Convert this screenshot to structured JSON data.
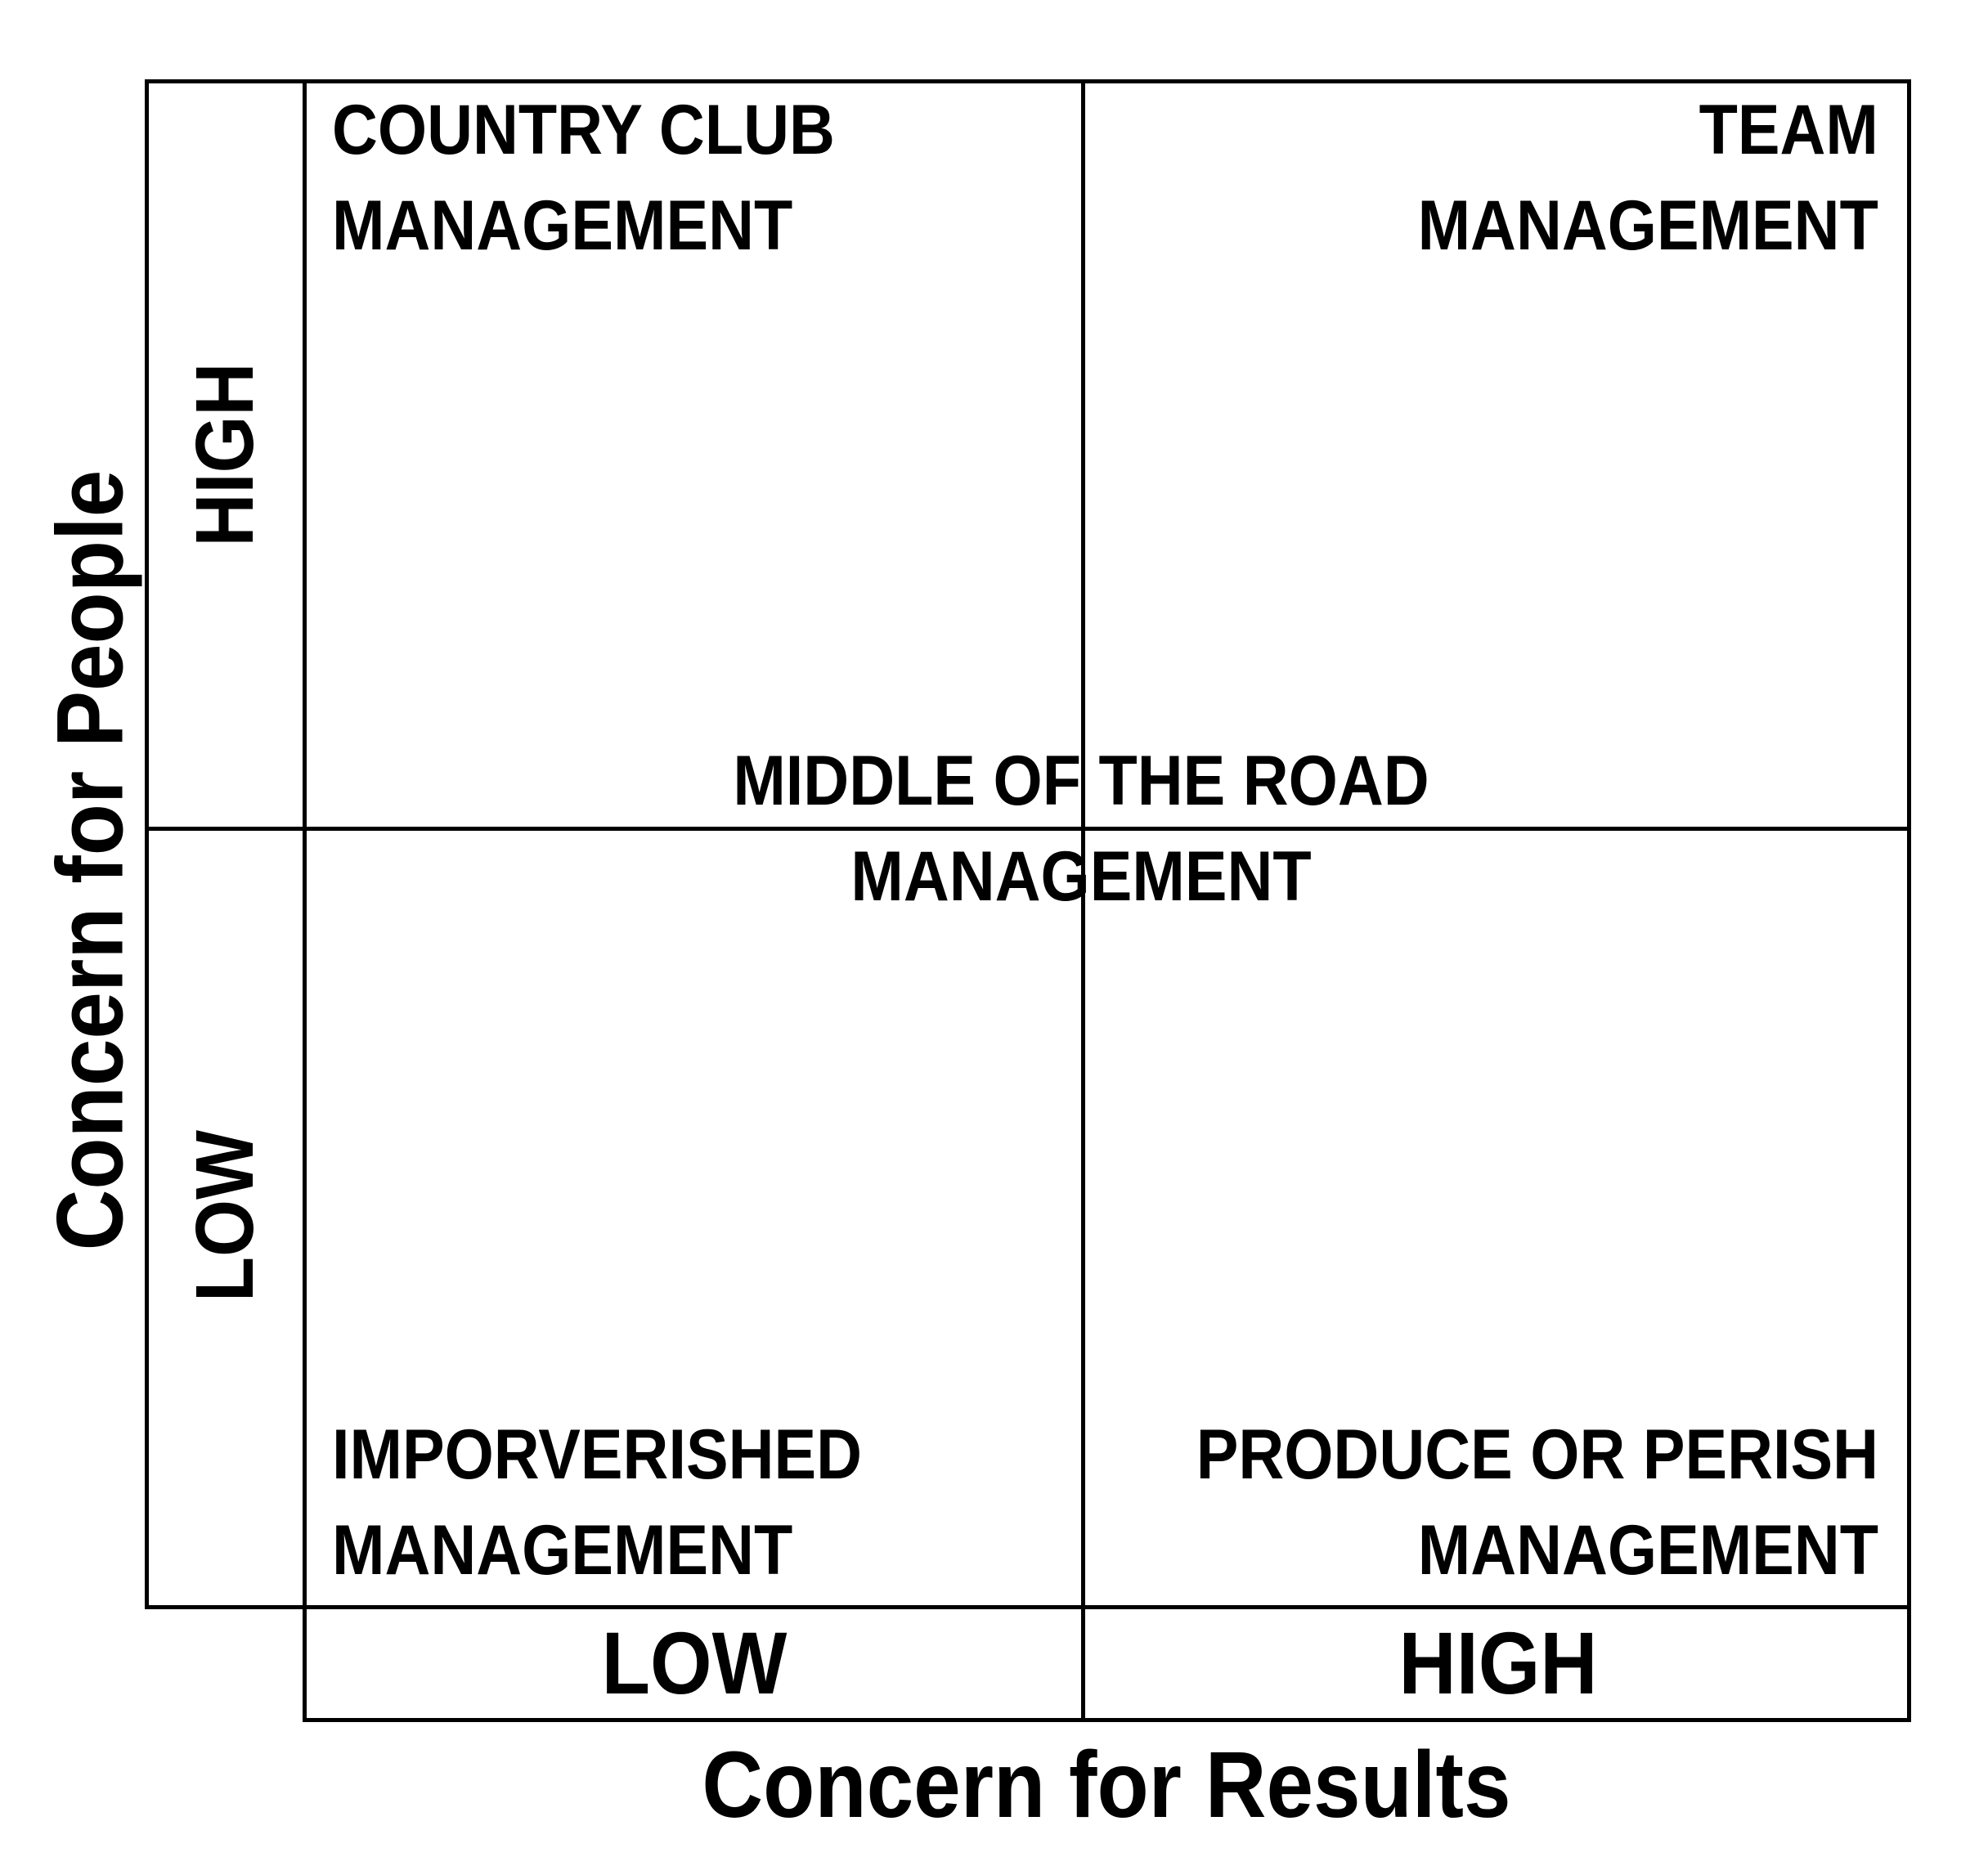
{
  "diagram": {
    "kind": "managerial-grid-2x2-matrix",
    "colors": {
      "background": "#ffffff",
      "line": "#000000",
      "text": "#000000"
    }
  },
  "quadrants": {
    "top_left": {
      "line1": "COUNTRY CLUB",
      "line2": "MANAGEMENT"
    },
    "top_right": {
      "line1": "TEAM",
      "line2": "MANAGEMENT"
    },
    "bottom_left": {
      "line1": "IMPORVERISHED",
      "line2": "MANAGEMENT"
    },
    "bottom_right": {
      "line1": "PRODUCE OR PERISH",
      "line2": "MANAGEMENT"
    },
    "center": {
      "line1": "MIDDLE OF THE ROAD",
      "line2": "MANAGEMENT"
    }
  },
  "axes": {
    "y": {
      "title": "Concern for People",
      "tick_top": "HIGH",
      "tick_bottom": "LOW"
    },
    "x": {
      "title": "Concern for Results",
      "tick_left": "LOW",
      "tick_right": "HIGH"
    }
  }
}
